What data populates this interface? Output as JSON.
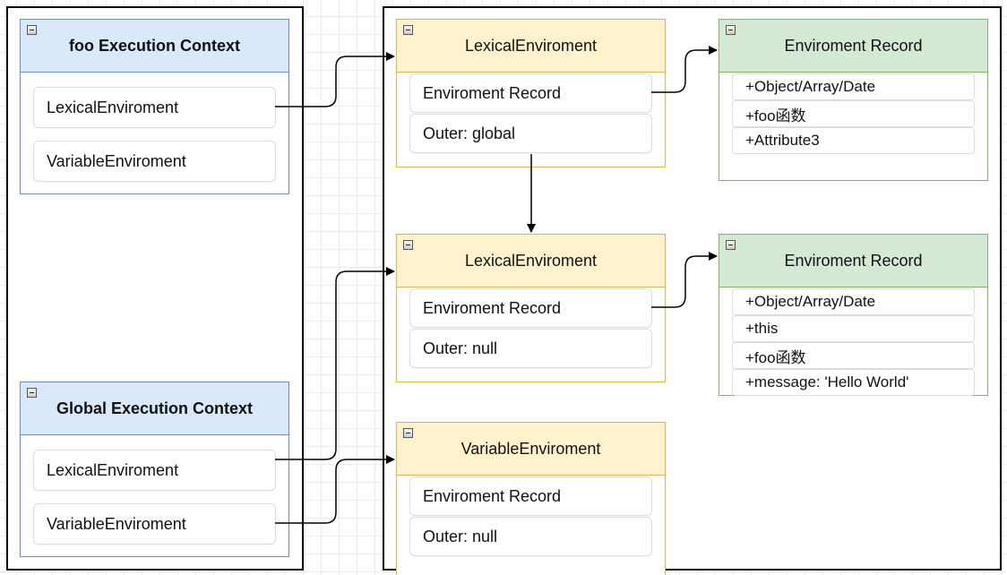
{
  "foo_context": {
    "title": "foo Execution Context",
    "items": [
      "LexicalEnviroment",
      "VariableEnviroment"
    ]
  },
  "global_context": {
    "title": "Global Execution Context",
    "items": [
      "LexicalEnviroment",
      "VariableEnviroment"
    ]
  },
  "lexical_env_foo": {
    "title": "LexicalEnviroment",
    "record": "Enviroment Record",
    "outer": "Outer: global"
  },
  "lexical_env_global": {
    "title": "LexicalEnviroment",
    "record": "Enviroment Record",
    "outer": "Outer: null"
  },
  "variable_env_global": {
    "title": "VariableEnviroment",
    "record": "Enviroment Record",
    "outer": "Outer: null"
  },
  "env_record_foo": {
    "title": "Enviroment Record",
    "rows": [
      "+Object/Array/Date",
      "+foo函数",
      "+Attribute3"
    ]
  },
  "env_record_global": {
    "title": "Enviroment Record",
    "rows": [
      "+Object/Array/Date",
      "+this",
      "+foo函数",
      "+message: 'Hello World'"
    ]
  },
  "colors": {
    "blue_fill": "#dae8fc",
    "blue_stroke": "#6c8ebf",
    "yellow_fill": "#fff2cc",
    "yellow_stroke": "#d6b656",
    "green_fill": "#d5e8d4",
    "green_stroke": "#82b366"
  }
}
